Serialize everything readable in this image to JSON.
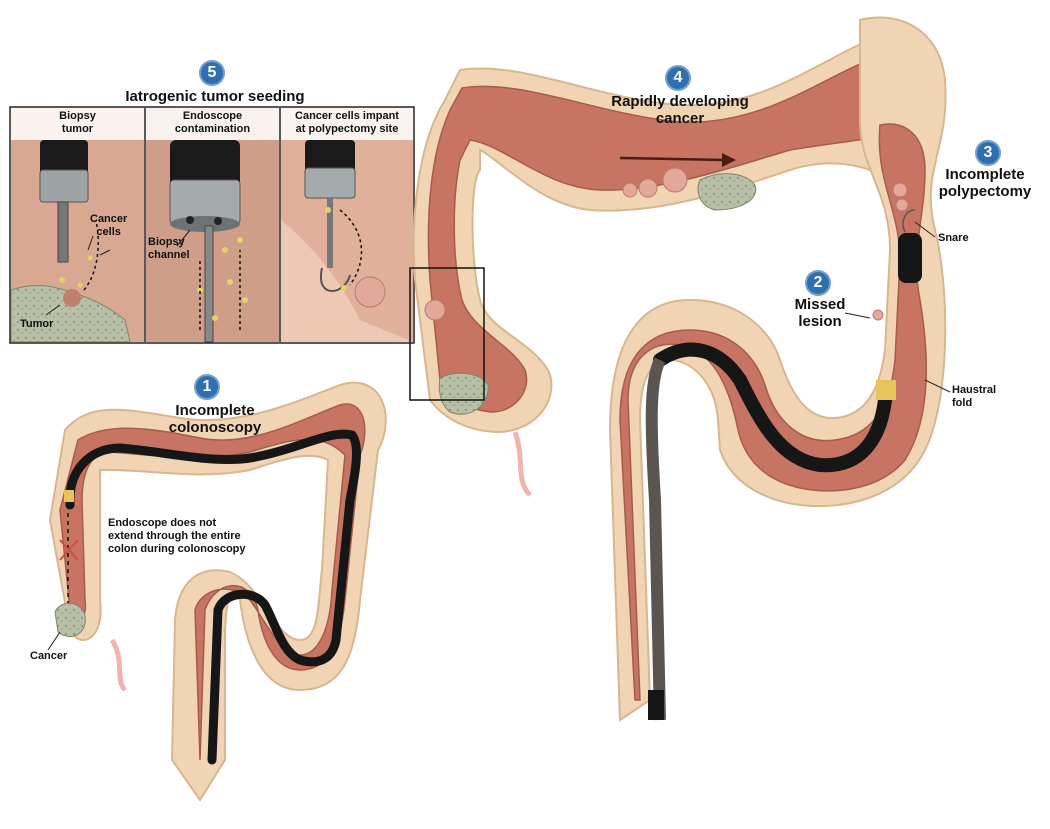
{
  "colors": {
    "badge": "#2f6fb0",
    "colon_outer": "#f0d4b4",
    "colon_inner": "#c77463",
    "colon_lumen": "#b05c4c",
    "endoscope": "#161616",
    "tumor": "#b9c0a8",
    "panel_bg": "#d9a892"
  },
  "sections": [
    {
      "number": "1",
      "title": "Incomplete\ncolonoscopy"
    },
    {
      "number": "2",
      "title": "Missed\nlesion"
    },
    {
      "number": "3",
      "title": "Incomplete\npolypectomy"
    },
    {
      "number": "4",
      "title": "Rapidly developing\ncancer"
    },
    {
      "number": "5",
      "title": "Iatrogenic tumor seeding"
    }
  ],
  "panels": [
    {
      "title": "Biopsy\ntumor",
      "labels": [
        "Cancer\ncells",
        "Tumor"
      ]
    },
    {
      "title": "Endoscope\ncontamination",
      "labels": [
        "Biopsy\nchannel"
      ]
    },
    {
      "title": "Cancer cells impant\nat polypectomy site",
      "labels": []
    }
  ],
  "annotations": {
    "endoscope_note": "Endoscope does not\nextend through the entire\ncolon during colonoscopy",
    "cancer": "Cancer",
    "snare": "Snare",
    "haustral_fold": "Haustral\nfold"
  }
}
